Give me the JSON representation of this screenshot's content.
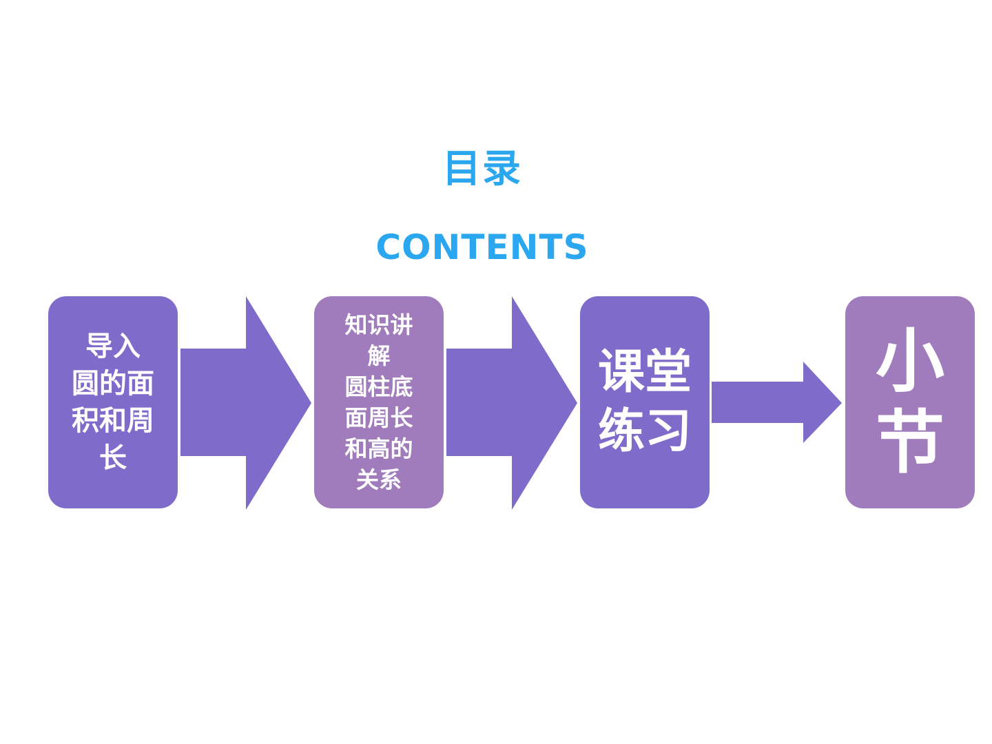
{
  "title": {
    "cn": "目录",
    "en": "CONTENTS"
  },
  "steps": [
    {
      "label": "导入\n圆的面\n积和周\n长"
    },
    {
      "label": "知识讲\n解\n圆柱底\n面周长\n和高的\n关系"
    },
    {
      "label": "课堂\n练习"
    },
    {
      "label": "小\n节"
    }
  ],
  "colors": {
    "title": "#2aa7ee",
    "box_primary": "#7f6bc9",
    "box_secondary": "#a07cbd",
    "arrow": "#7f6bc9"
  }
}
